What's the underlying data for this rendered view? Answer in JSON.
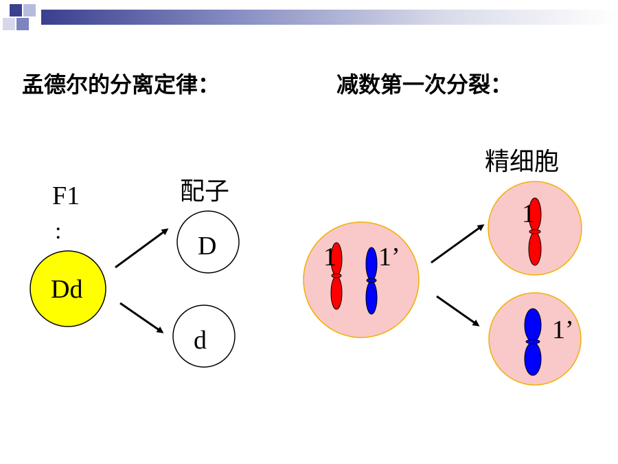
{
  "titles": {
    "left": "孟德尔的分离定律：",
    "right": "减数第一次分裂："
  },
  "mendel": {
    "f1_label": "F1",
    "f1_colon": ":",
    "parent_genotype": "Dd",
    "gametes_label": "配子",
    "gamete_top": "D",
    "gamete_bottom": "d"
  },
  "meiosis": {
    "sperm_label": "精细胞",
    "chrom_red_label": "1",
    "chrom_blue_label": "1’",
    "sperm_top_label": "1",
    "sperm_bottom_label": "1’"
  },
  "colors": {
    "header_dark": "#3a3f8f",
    "header_mid": "#8a90c4",
    "parent_fill": "#ffff00",
    "cell_fill": "#f9c8c8",
    "cell_border": "#f0b000",
    "chrom_red": "#ff0000",
    "chrom_blue": "#0000ff"
  }
}
